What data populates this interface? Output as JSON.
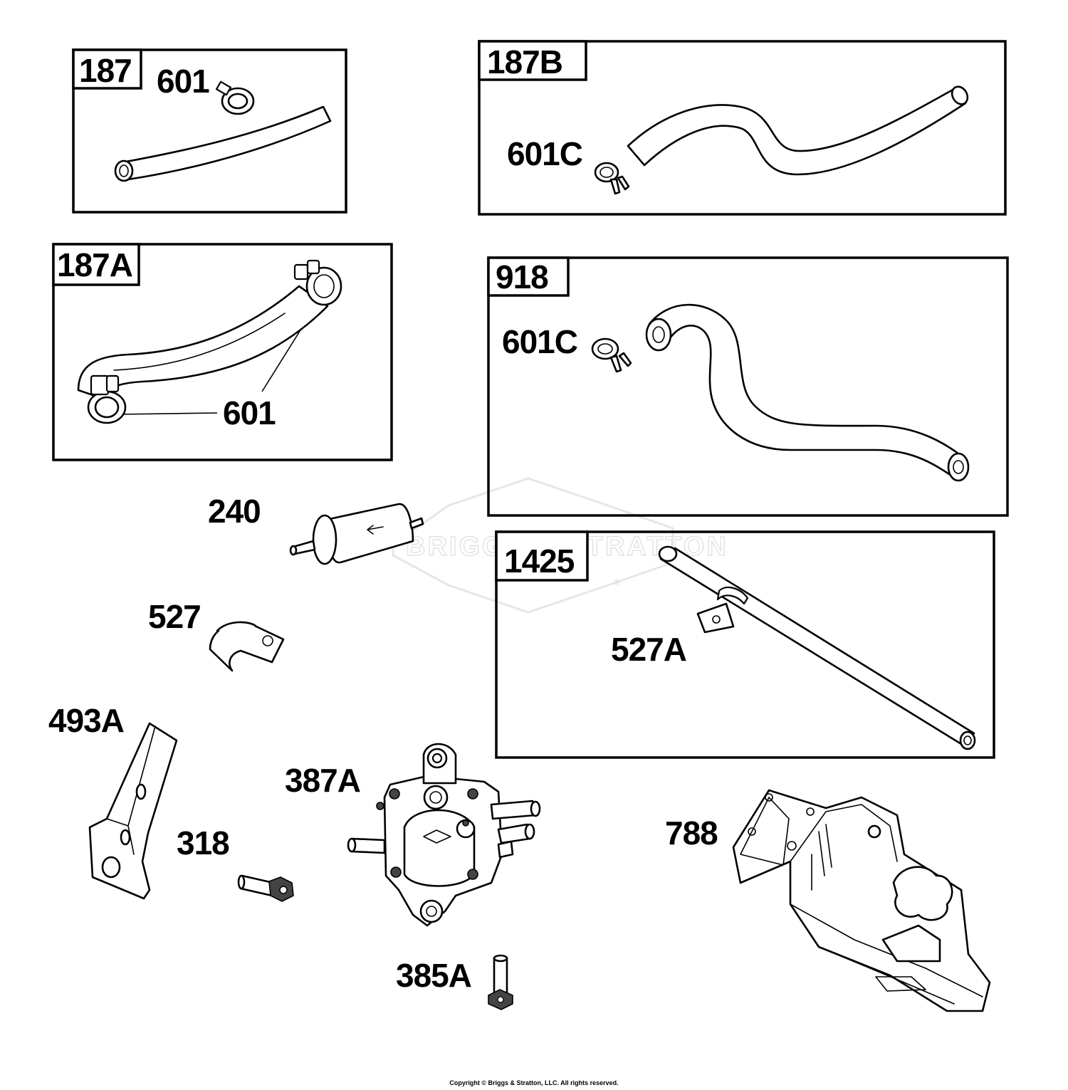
{
  "watermark": {
    "brand": "BRIGGS & STRATTON",
    "registered_mark": "®"
  },
  "boxes": {
    "box_187": {
      "tag": "187",
      "callouts": [
        "601"
      ]
    },
    "box_187B": {
      "tag": "187B",
      "callouts": [
        "601C"
      ]
    },
    "box_187A": {
      "tag": "187A",
      "callouts": [
        "601"
      ]
    },
    "box_918": {
      "tag": "918",
      "callouts": [
        "601C"
      ]
    },
    "box_1425": {
      "tag": "1425",
      "callouts": [
        "527A"
      ]
    }
  },
  "parts": {
    "fuel_filter": "240",
    "clip": "527",
    "bracket": "493A",
    "screw": "318",
    "fuel_pump": "387A",
    "pump_screw": "385A",
    "shield": "788"
  },
  "footer": {
    "copyright": "Copyright © Briggs & Stratton, LLC. All rights reserved."
  }
}
